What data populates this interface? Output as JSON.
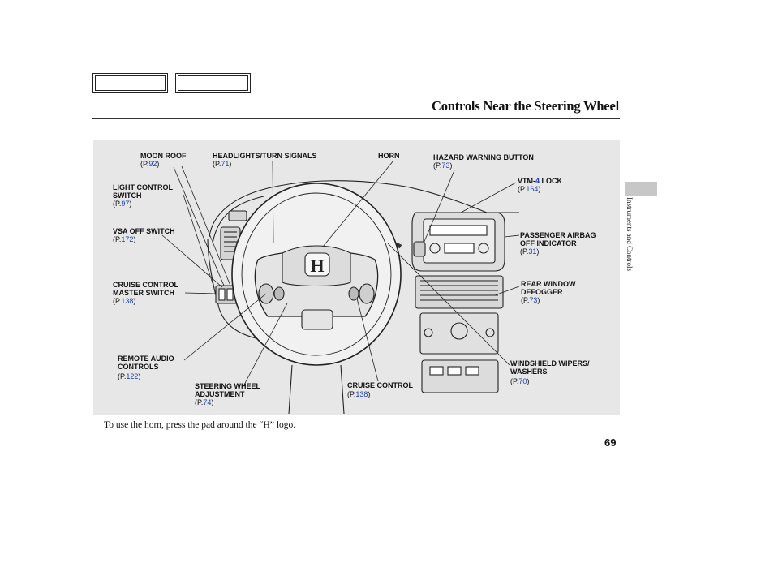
{
  "header": {
    "title": "Controls Near the Steering Wheel"
  },
  "side_tab": {
    "label": "Instruments and Controls"
  },
  "callouts": {
    "moon_roof": {
      "name": "MOON ROOF",
      "p": "(P.",
      "num": "92",
      "close": ")"
    },
    "headlights": {
      "name": "HEADLIGHTS/TURN SIGNALS",
      "p": "(P.",
      "num": "71",
      "close": ")"
    },
    "horn": {
      "name": "HORN"
    },
    "hazard": {
      "name": "HAZARD WARNING BUTTON",
      "p": "(P.",
      "num": "73",
      "close": ")"
    },
    "vtm4": {
      "name_a": "VTM-",
      "name_b": "4",
      "name_c": " LOCK",
      "p": "(P.",
      "num": "164",
      "close": ")"
    },
    "light_control": {
      "line1": "LIGHT CONTROL",
      "line2": "SWITCH",
      "p": "(P.",
      "num": "97",
      "close": ")"
    },
    "vsa": {
      "name": "VSA OFF SWITCH",
      "p": "(P.",
      "num": "172",
      "close": ")"
    },
    "passenger_airbag": {
      "line1": "PASSENGER AIRBAG",
      "line2": "OFF INDICATOR",
      "p": "(P.",
      "num": "31",
      "close": ")"
    },
    "cruise_master": {
      "line1": "CRUISE CONTROL",
      "line2": "MASTER SWITCH",
      "p": "(P.",
      "num": "138",
      "close": ")"
    },
    "rear_window": {
      "line1": "REAR WINDOW",
      "line2": "DEFOGGER",
      "p": "(P.",
      "num": "73",
      "close": ")"
    },
    "remote_audio": {
      "line1": "REMOTE AUDIO",
      "line2": "CONTROLS",
      "p": "(P.",
      "num": "122",
      "close": ")"
    },
    "wipers": {
      "line1": "WINDSHIELD WIPERS/",
      "line2": "WASHERS",
      "p": "(P.",
      "num": "70",
      "close": ")"
    },
    "steering_adj": {
      "line1": "STEERING WHEEL",
      "line2": "ADJUSTMENT",
      "p": "(P.",
      "num": "74",
      "close": ")"
    },
    "cruise_control": {
      "name": "CRUISE CONTROL",
      "p": "(P.",
      "num": "138",
      "close": ")"
    }
  },
  "caption": "To use the horn, press the pad around the “H” logo.",
  "page_number": "69",
  "colors": {
    "link": "#1a3fb0",
    "panel": "#e7e7e7",
    "tab": "#c7c7c7"
  }
}
